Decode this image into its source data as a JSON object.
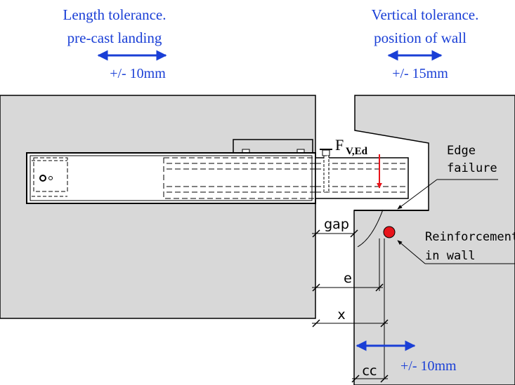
{
  "left_title": {
    "line1": "Length tolerance.",
    "line2": "pre-cast landing",
    "tolerance": "+/- 10mm"
  },
  "right_title": {
    "line1": "Vertical tolerance.",
    "line2": "position of  wall",
    "tolerance": "+/- 15mm"
  },
  "labels": {
    "force_main": "F",
    "force_sub": "V,Ed",
    "edge_line1": "Edge",
    "edge_line2": "failure",
    "reinf_line1": "Reinforcement",
    "reinf_line2": "in wall",
    "gap": "gap",
    "e": "e",
    "x": "x",
    "cc": "cc",
    "cc_tolerance": "+/- 10mm"
  },
  "colors": {
    "concrete": "#d8d8d8",
    "blue": "#1a3fd6",
    "force_arrow": "#e8141b",
    "rebar": "#e8141b"
  }
}
